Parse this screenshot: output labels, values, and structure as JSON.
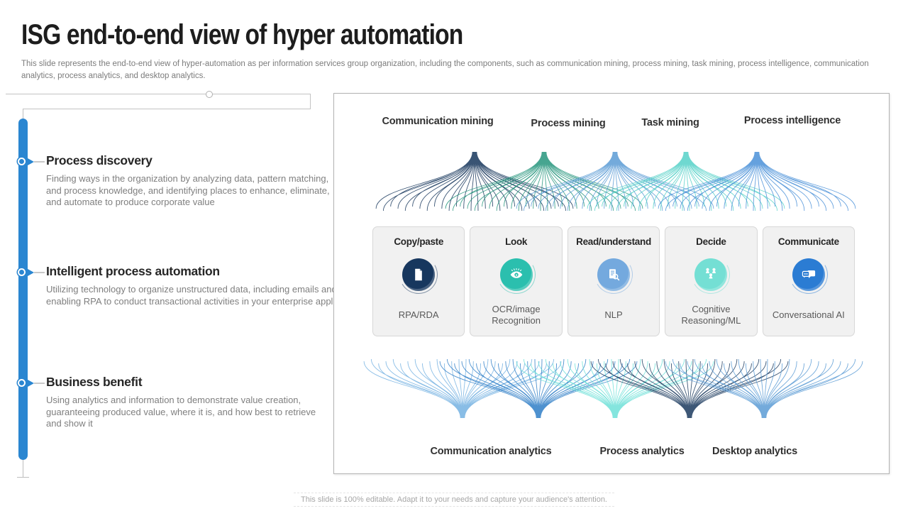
{
  "header": {
    "title": "ISG end-to-end view of hyper automation",
    "subtitle": "This slide represents the end-to-end view of hyper-automation as per information services group organization, including the components, such as communication mining, process mining, task mining, process intelligence, communication analytics, process analytics, and desktop analytics."
  },
  "timeline": {
    "accent_color": "#2a86d1",
    "items": [
      {
        "title": "Process discovery",
        "description": "Finding ways in the organization by analyzing data, pattern matching, and process knowledge, and identifying places to enhance, eliminate, and automate to produce corporate value"
      },
      {
        "title": "Intelligent process automation",
        "description": "Utilizing technology to organize unstructured data, including emails and bills, enabling RPA to conduct transactional activities in your enterprise applications"
      },
      {
        "title": "Business benefit",
        "description": "Using analytics and information to demonstrate value creation, guaranteeing produced value, where it is, and how best to retrieve and show it"
      }
    ]
  },
  "diagram": {
    "top_labels": [
      "Communication mining",
      "Process mining",
      "Task mining",
      "Process intelligence"
    ],
    "bottom_labels": [
      "Communication analytics",
      "Process analytics",
      "Desktop analytics"
    ],
    "boxes": [
      {
        "header": "Copy/paste",
        "label": "RPA/RDA",
        "icon": "document-icon",
        "icon_color": "#17375e"
      },
      {
        "header": "Look",
        "label": "OCR/image Recognition",
        "icon": "eye-icon",
        "icon_color": "#2bbfae"
      },
      {
        "header": "Read/understand",
        "label": "NLP",
        "icon": "document-search-icon",
        "icon_color": "#74a9de"
      },
      {
        "header": "Decide",
        "label": "Cognitive Reasoning/ML",
        "icon": "people-network-icon",
        "icon_color": "#74dfd4"
      },
      {
        "header": "Communicate",
        "label": "Conversational AI",
        "icon": "chat-bubbles-icon",
        "icon_color": "#2b7cd3"
      }
    ],
    "top_fan_colors": [
      "#16365c",
      "#26957c",
      "#5b9bd5",
      "#56d1c8",
      "#4a90d8"
    ],
    "bottom_fan_colors": [
      "#74b2e2",
      "#2f7ec7",
      "#6fe0d8",
      "#1b3a5e",
      "#5b9bd5"
    ]
  },
  "footer": {
    "note": "This slide is 100% editable. Adapt it to your needs and capture your audience's attention."
  }
}
